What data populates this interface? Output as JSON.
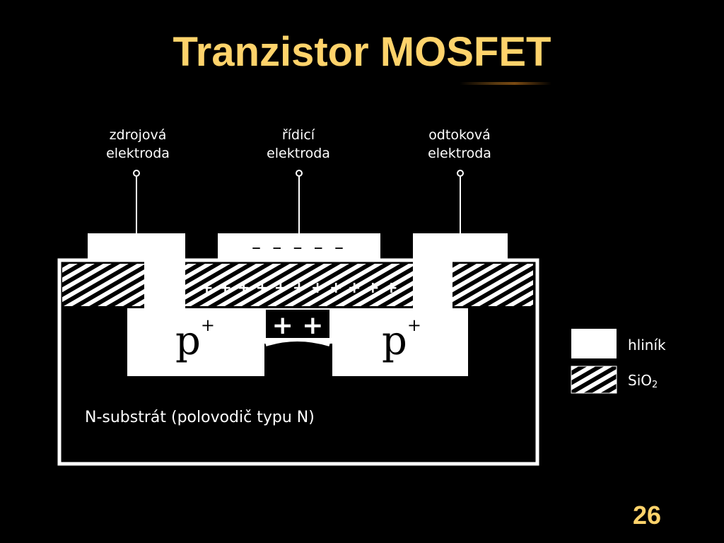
{
  "title": "Tranzistor MOSFET",
  "page_number": "26",
  "electrodes": {
    "source": {
      "line1": "zdrojová",
      "line2": "elektroda"
    },
    "gate": {
      "line1": "řídicí",
      "line2": "elektroda"
    },
    "drain": {
      "line1": "odtoková",
      "line2": "elektroda"
    }
  },
  "regions": {
    "p_left": "p",
    "p_right": "p",
    "p_sup": "+",
    "channel_charge": "+ +",
    "gate_charge": "– – – – –",
    "oxide_charge": "+ + + + + + + + + + +",
    "substrate": "N-substrát (polovodič typu N)"
  },
  "legend": {
    "aluminium": "hliník",
    "oxide_main": "SiO",
    "oxide_sub": "2"
  },
  "colors": {
    "title": "#ffd36b",
    "background": "#000000",
    "foreground": "#ffffff"
  }
}
